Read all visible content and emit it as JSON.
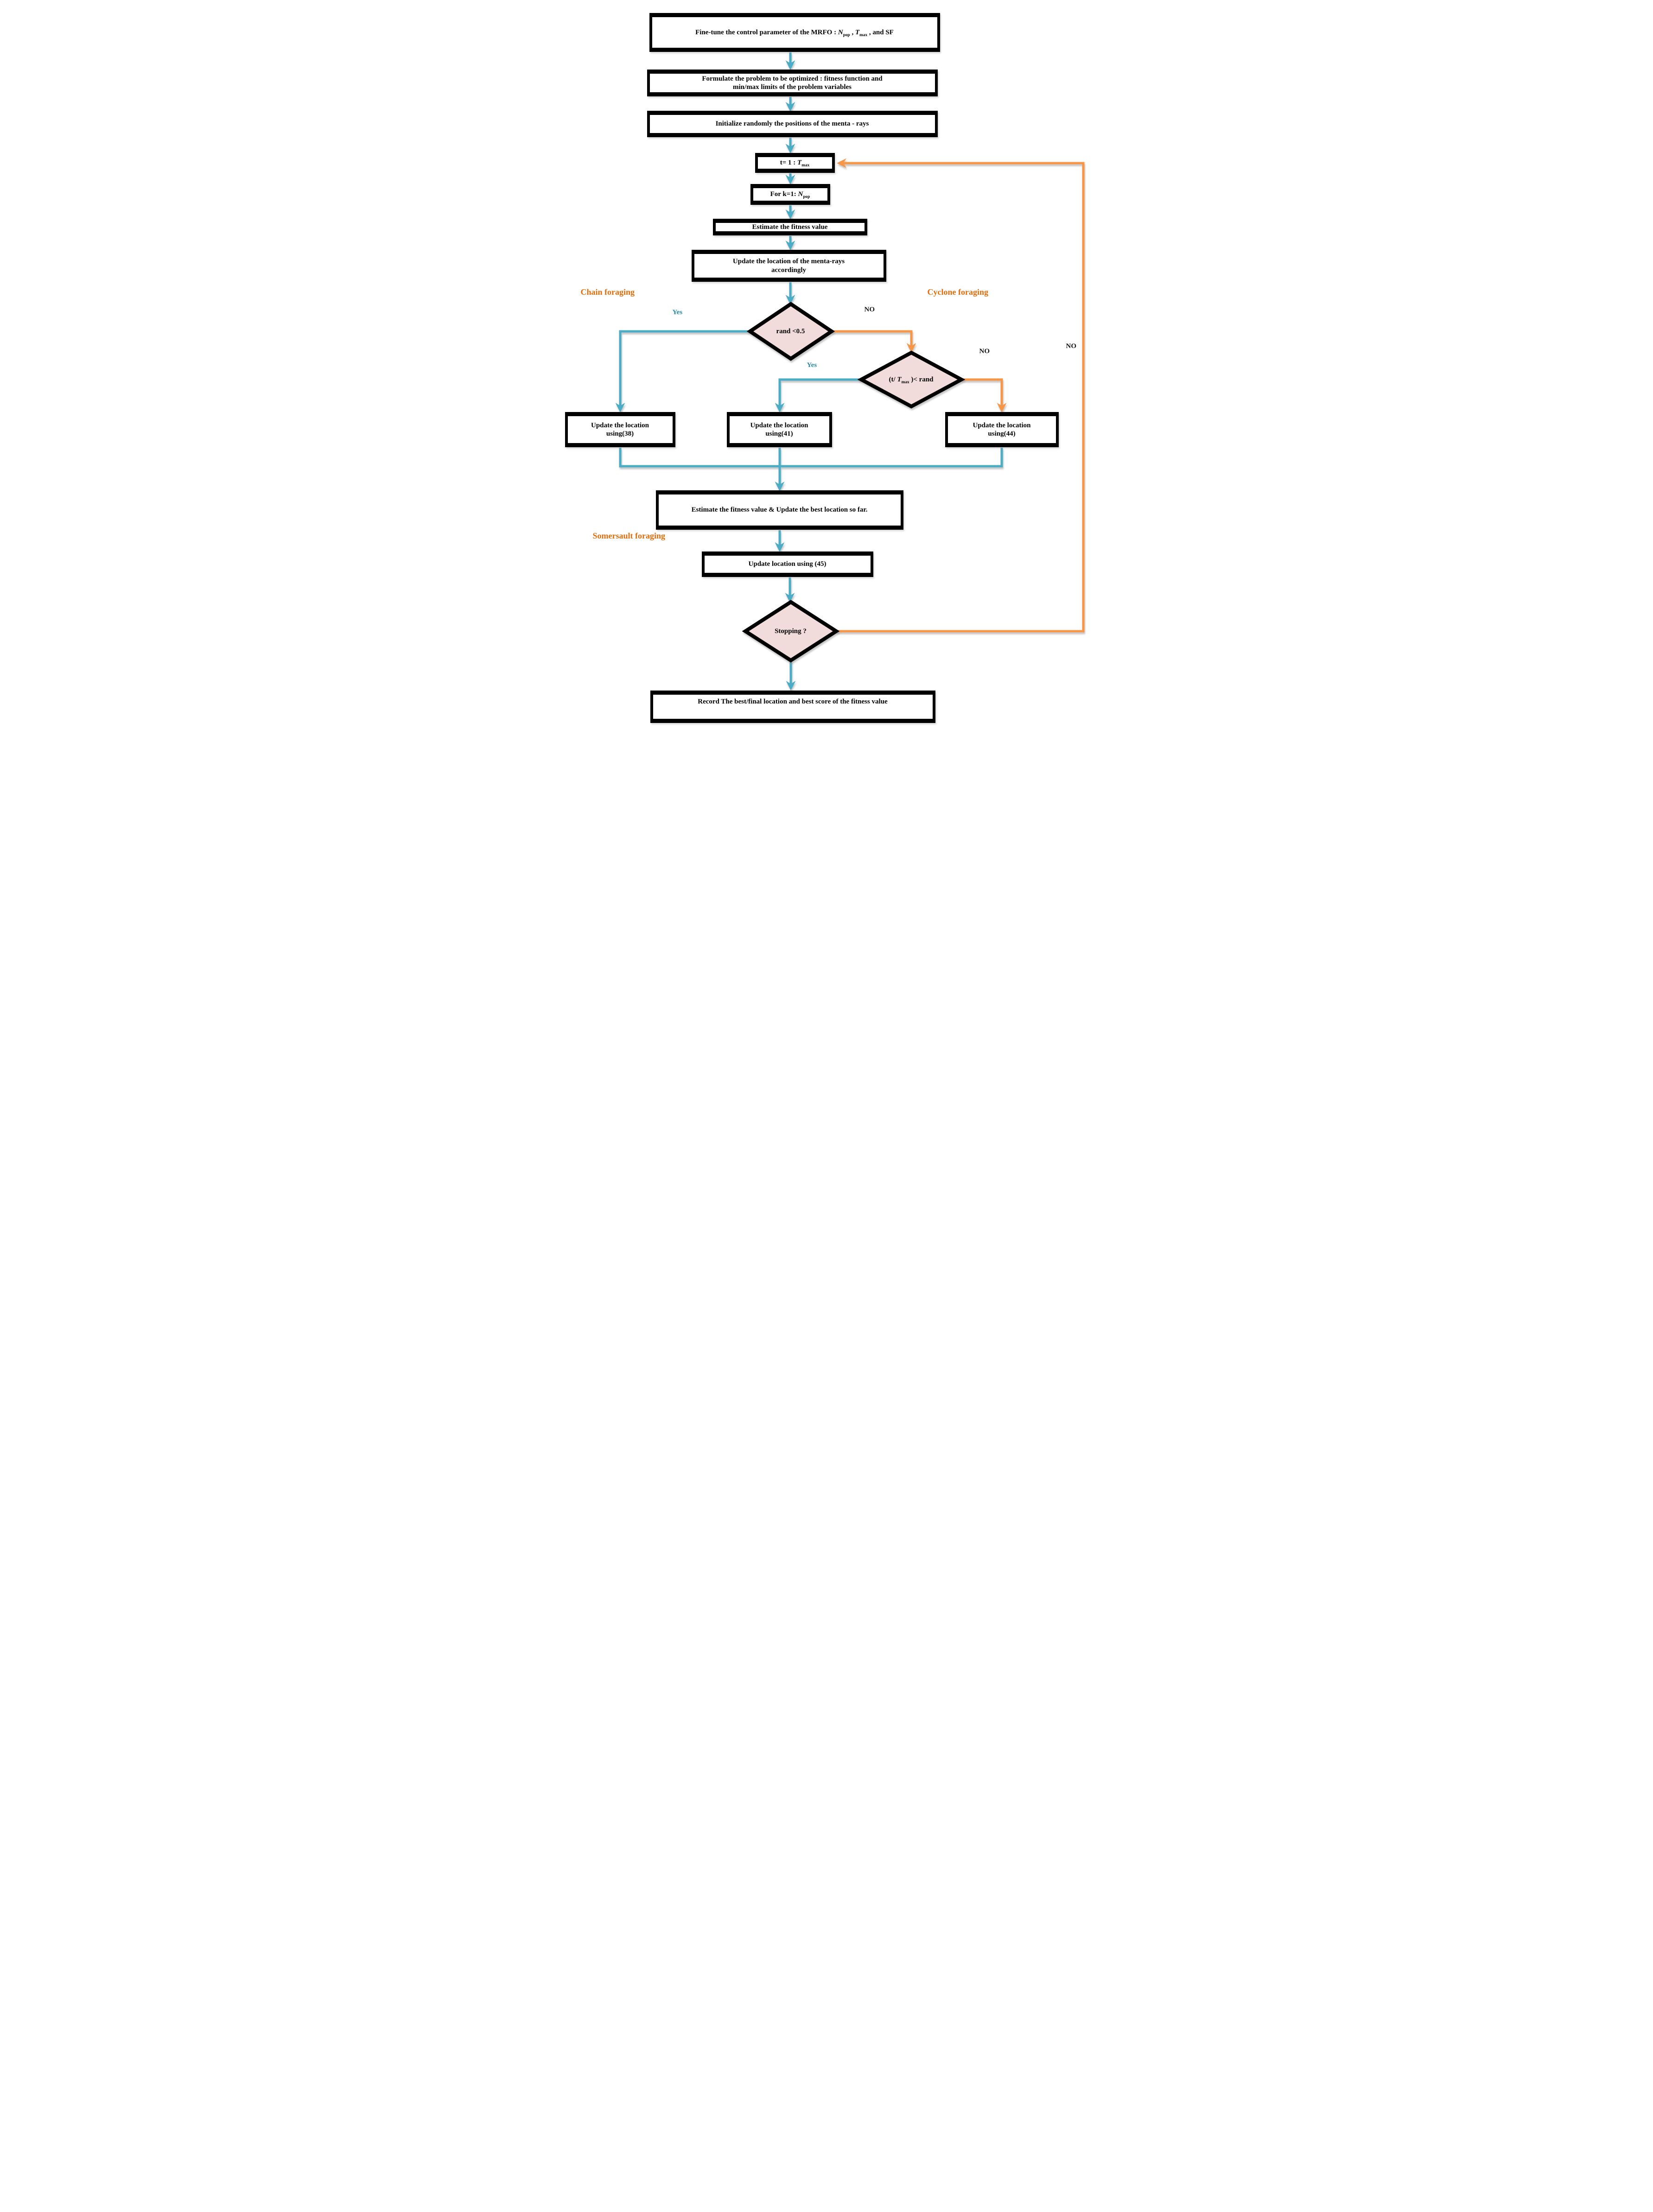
{
  "diagram_title": "MRFO algorithm flowchart",
  "colors": {
    "flow_blue": "#4BACC6",
    "flow_orange": "#F79646",
    "section_label_orange": "#E36C0A",
    "decision_fill": "#F2DCDB",
    "node_border": "#000000",
    "yes_label_blue": "#2E8BA8"
  },
  "nodes": {
    "finetune": {
      "pre": "Fine-tune the control parameter of the MRFO : ",
      "var1": "N",
      "sub1": "pop",
      "mid": " , ",
      "var2": "T",
      "sub2": "max",
      "end": " ,  and SF"
    },
    "formulate": {
      "line1": "Formulate the  problem to be optimized : fitness function  and",
      "line2": "min/max limits of  the  problem variables"
    },
    "initialize": {
      "text": "Initialize randomly the positions of the menta - rays"
    },
    "tloop": {
      "pre": "t= 1 : ",
      "var": "T",
      "sub": "max"
    },
    "kloop": {
      "pre": "For k=1: ",
      "var": "N",
      "sub": "pop"
    },
    "estimate": {
      "text": "Estimate the fitness  value"
    },
    "update_menta": {
      "line1": "Update  the location of the menta-rays",
      "line2": "accordingly"
    },
    "rand_decision": {
      "text": "rand <0.5"
    },
    "cyclone_decision": {
      "pre": "(t/ ",
      "var": "T",
      "sub": "max",
      "end": " )< rand"
    },
    "update38": {
      "line1": "Update  the location",
      "line2": "using(38)"
    },
    "update41": {
      "line1": "Update  the location",
      "line2": "using(41)"
    },
    "update44": {
      "line1": "Update  the location",
      "line2": "using(44)"
    },
    "estimate_best": {
      "text": "Estimate the fitness  value & Update  the best location so far."
    },
    "update45": {
      "text": "Update  location using (45)"
    },
    "stopping": {
      "text": "Stopping ?"
    },
    "record": {
      "text": "Record  The best/final location and best score of the fitness value"
    }
  },
  "labels": {
    "chain": "Chain foraging",
    "cyclone": "Cyclone foraging",
    "somersault": "Somersault foraging",
    "yes1": "Yes",
    "no1": "NO",
    "yes2": "Yes",
    "no2": "NO",
    "loop_no": "NO"
  }
}
